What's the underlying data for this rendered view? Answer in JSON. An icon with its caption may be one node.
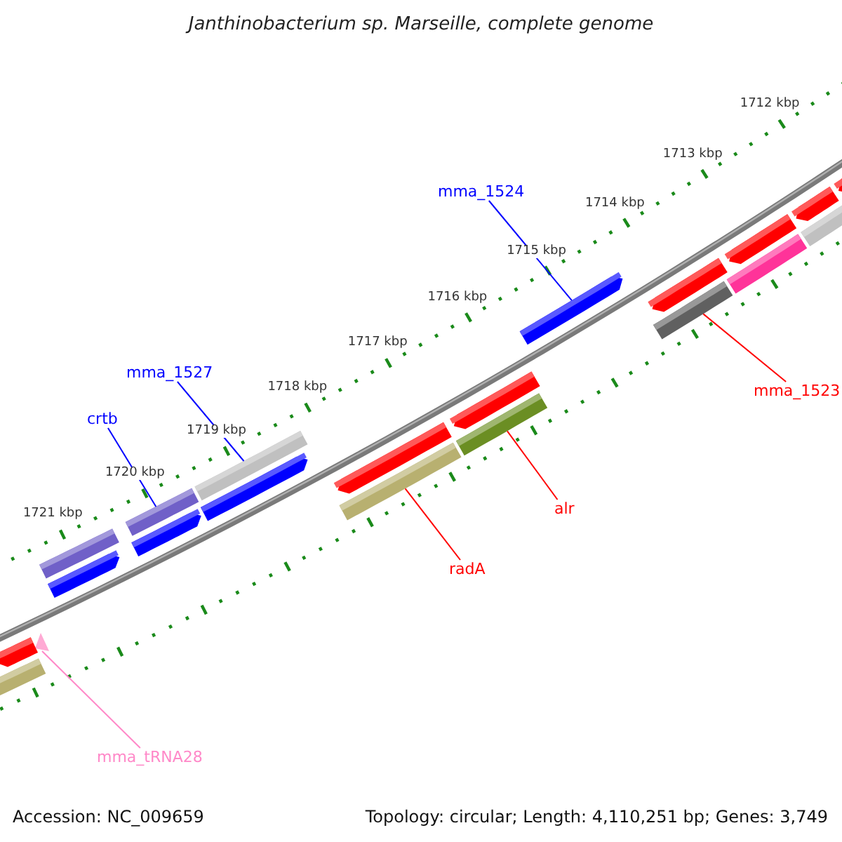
{
  "diagram": {
    "title": "Janthinobacterium sp. Marseille, complete genome",
    "nodes": [
      {
        "text": [
          "mma_1524"
        ]
      },
      {
        "text": [
          "mma_1527"
        ]
      },
      {
        "text": [
          "crtb"
        ]
      },
      {
        "text": [
          "mma_1523"
        ]
      },
      {
        "text": [
          "alr"
        ]
      },
      {
        "text": [
          "radA"
        ]
      },
      {
        "text": [
          "mma_tRNA28"
        ]
      },
      {
        "text": [],
        "shape": "triangle"
      },
      {
        "text": [],
        "shape": "bar"
      },
      {
        "text": [],
        "shape": "bar"
      },
      {
        "text": [],
        "shape": "bar"
      },
      {
        "text": [],
        "shape": "bar"
      },
      {
        "text": [],
        "shape": "bar"
      },
      {
        "text": [],
        "shape": "bar"
      },
      {
        "text": [],
        "shape": "bar"
      },
      {
        "text": [],
        "shape": "bar"
      },
      {
        "text": [],
        "shape": "bar"
      },
      {
        "text": [],
        "shape": "bar"
      },
      {
        "text": [],
        "shape": "bar"
      },
      {
        "text": [],
        "shape": "bar"
      },
      {
        "text": [],
        "shape": "bar"
      },
      {
        "text": [],
        "shape": "bar"
      },
      {
        "text": [],
        "shape": "bar"
      },
      {
        "text": [],
        "shape": "bar"
      },
      {
        "text": [],
        "shape": "bar"
      },
      {
        "text": [],
        "shape": "bar"
      },
      {
        "text": [],
        "shape": "bar"
      },
      {
        "text": [],
        "shape": "bar"
      }
    ],
    "edges": [
      {
        "from": 0,
        "to": 20,
        "arrow": "none"
      },
      {
        "from": 1,
        "to": 14,
        "arrow": "none"
      },
      {
        "from": 2,
        "to": 12,
        "arrow": "none"
      },
      {
        "from": 3,
        "to": 22,
        "arrow": "none",
        "color": "#ff0000"
      },
      {
        "from": 4,
        "to": 19,
        "arrow": "none",
        "color": "#ff0000"
      },
      {
        "from": 5,
        "to": 17,
        "arrow": "none",
        "color": "#ff0000"
      },
      {
        "from": 6,
        "to": 7,
        "arrow": "none",
        "color": "#ff88c8"
      }
    ],
    "labels": [
      "1712 kbp",
      "1713 kbp",
      "1714 kbp",
      "1715 kbp",
      "1716 kbp",
      "1717 kbp",
      "1718 kbp",
      "1719 kbp",
      "1720 kbp",
      "1721 kbp",
      "Accession: NC_009659",
      "Topology: circular; Length: 4,110,251 bp; Genes: 3,749"
    ]
  }
}
